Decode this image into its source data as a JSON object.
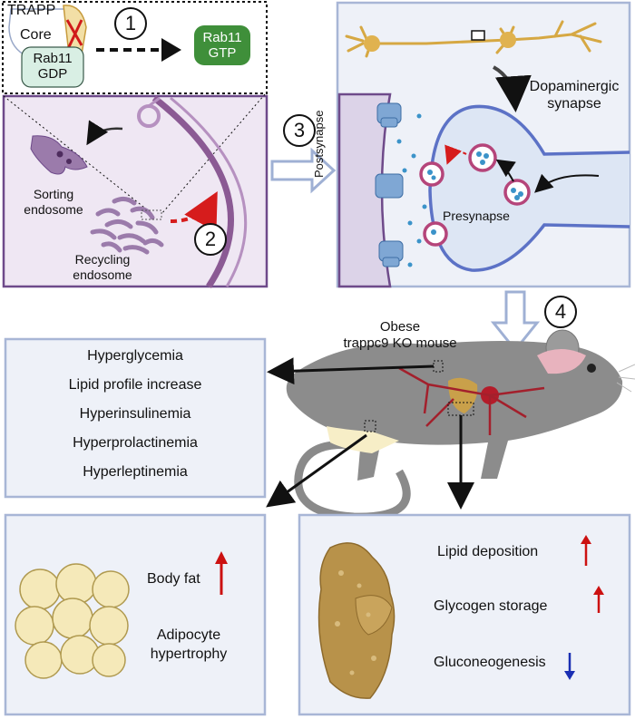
{
  "top_left": {
    "trapp_label": "TRAPP",
    "core_label": "Core",
    "rab11_gdp_line1": "Rab11",
    "rab11_gdp_line2": "GDP",
    "rab11_gtp_line1": "Rab11",
    "rab11_gtp_line2": "GTP"
  },
  "steps": [
    "1",
    "2",
    "3",
    "4"
  ],
  "cell_panel": {
    "sorting_line1": "Sorting",
    "sorting_line2": "endosome",
    "recycling_line1": "Recycling",
    "recycling_line2": "endosome"
  },
  "synapse_panel": {
    "title_line1": "Dopaminergic",
    "title_line2": "synapse",
    "postsynapse": "Postsynapse",
    "presynapse": "Presynapse"
  },
  "mouse": {
    "label_line1": "Obese",
    "label_line2": "trappc9 KO mouse"
  },
  "blood_panel": {
    "items": [
      "Hyperglycemia",
      "Lipid profile increase",
      "Hyperinsulinemia",
      "Hyperprolactinemia",
      "Hyperleptinemia"
    ]
  },
  "fat_panel": {
    "body_fat": "Body fat",
    "adipocyte_line1": "Adipocyte",
    "adipocyte_line2": "hypertrophy"
  },
  "liver_panel": {
    "lipid": "Lipid deposition",
    "glycogen": "Glycogen storage",
    "gluconeo": "Gluconeogenesis"
  },
  "colors": {
    "panel_border": "#a8b6d6",
    "panel_fill": "#eef1f8",
    "cell_fill": "#efe7f3",
    "membrane": "#8b5a94",
    "rab_gtp": "#3f8f3a",
    "up_arrow": "#cc1111",
    "down_arrow": "#1a2fb3"
  }
}
